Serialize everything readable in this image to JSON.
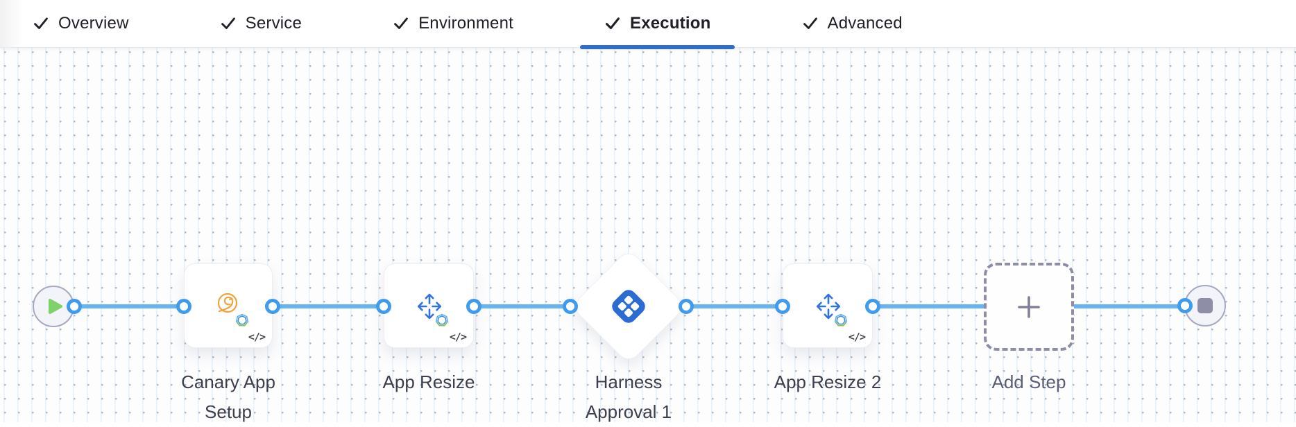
{
  "header": {
    "tabs": [
      {
        "label": "Overview",
        "checked": true,
        "active": false
      },
      {
        "label": "Service",
        "checked": true,
        "active": false
      },
      {
        "label": "Environment",
        "checked": true,
        "active": false
      },
      {
        "label": "Execution",
        "checked": true,
        "active": true
      },
      {
        "label": "Advanced",
        "checked": true,
        "active": false
      }
    ]
  },
  "canvas": {
    "nodes": [
      {
        "id": "start",
        "type": "start",
        "icon": "play-icon"
      },
      {
        "id": "canary-app-setup",
        "type": "step",
        "label": "Canary App Setup",
        "icon": "canary-icon",
        "badge_icon": "tanzu-badge-icon",
        "code_glyph": "</>"
      },
      {
        "id": "app-resize",
        "type": "step",
        "label": "App Resize",
        "icon": "resize-arrows-icon",
        "badge_icon": "tanzu-badge-icon",
        "code_glyph": "</>"
      },
      {
        "id": "harness-approval-1",
        "type": "approval",
        "label": "Harness Approval 1",
        "icon": "harness-logo-icon"
      },
      {
        "id": "app-resize-2",
        "type": "step",
        "label": "App Resize 2",
        "icon": "resize-arrows-icon",
        "badge_icon": "tanzu-badge-icon",
        "code_glyph": "</>"
      },
      {
        "id": "add-step",
        "type": "add",
        "label": "Add Step",
        "icon": "plus-icon"
      },
      {
        "id": "end",
        "type": "end",
        "icon": "stop-icon"
      }
    ]
  },
  "colors": {
    "tab_underline": "#2e6bd3",
    "flow_line": "#67b4f2",
    "connector_ring": "#3f9bed",
    "play_green": "#7fd169",
    "stop_gray": "#8e8fa6",
    "canary_orange": "#f0a43e",
    "arrows_blue": "#3273d8",
    "harness_blue": "#2b6bd3",
    "label_text": "#3d3f4e",
    "add_step_dash": "#8d8da8"
  }
}
